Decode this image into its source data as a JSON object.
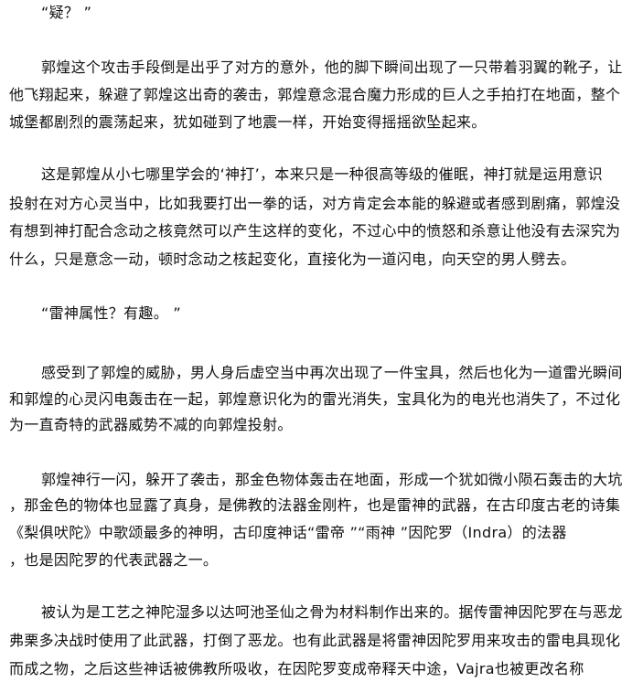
{
  "paragraphs": [
    {
      "lines": [
        "“疑？ ”"
      ]
    },
    {
      "lines": [
        "郭煌这个攻击手段倒是出乎了对方的意外，他的脚下瞬间出现了一只带着羽翼的靴子，让",
        "他飞翔起来，躲避了郭煌这出奇的袭击，郭煌意念混合魔力形成的巨人之手拍打在地面，整个",
        "城堡都剧烈的震荡起来，犹如碰到了地震一样，开始变得摇摇欲坠起来。"
      ]
    },
    {
      "lines": [
        "这是郭煌从小七哪里学会的‘神打’，本来只是一种很高等级的催眠，神打就是运用意识",
        "投射在对方心灵当中，比如我要打出一拳的话，对方肯定会本能的躲避或者感到剧痛，郭煌没",
        "有想到神打配合念动之核竟然可以产生这样的变化，不过心中的愤怒和杀意让他没有去深究为",
        "什么，只是意念一动，顿时念动之核起变化，直接化为一道闪电，向天空的男人劈去。"
      ]
    },
    {
      "lines": [
        "“雷神属性？有趣。 ”"
      ]
    },
    {
      "lines": [
        "感受到了郭煌的威胁，男人身后虚空当中再次出现了一件宝具，然后也化为一道雷光瞬间",
        "和郭煌的心灵闪电轰击在一起，郭煌意识化为的雷光消失，宝具化为的电光也消失了，不过化",
        "为一直奇特的武器威势不减的向郭煌投射。"
      ]
    },
    {
      "lines": [
        "郭煌神行一闪，躲开了袭击，那金色物体轰击在地面，形成一个犹如微小陨石轰击的大坑",
        "，那金色的物体也显露了真身，是佛教的法器金刚杵，也是雷神的武器，在古印度古老的诗集",
        "《梨俱吠陀》中歌颂最多的神明，古印度神话“雷帝 ”“雨神 ”因陀罗（Indra）的法器",
        "，也是因陀罗的代表武器之一。"
      ]
    },
    {
      "lines": [
        "被认为是工艺之神陀湿多以达呵池圣仙之骨为材料制作出来的。据传雷神因陀罗在与恶龙",
        "弗栗多决战时使用了此武器，打倒了恶龙。也有此武器是将雷神因陀罗用来攻击的雷电具现化",
        "而成之物，之后这些神话被佛教所吸收，在因陀罗变成帝释天中途，Vajra也被更改名称"
      ]
    }
  ]
}
